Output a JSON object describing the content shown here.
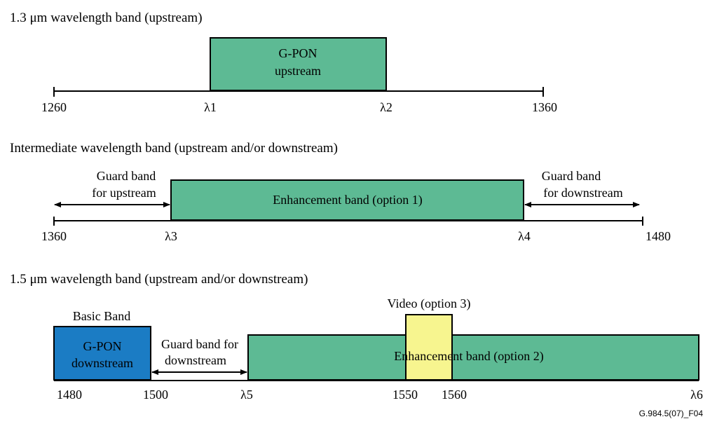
{
  "colors": {
    "band_green": "#5DBA94",
    "band_blue": "#1B7CC4",
    "band_yellow": "#F7F58F",
    "stroke": "#000000"
  },
  "section1": {
    "title": "1.3 μm wavelength band (upstream)",
    "box_line1": "G-PON",
    "box_line2": "upstream",
    "ticks": [
      "1260",
      "λ1",
      "λ2",
      "1360"
    ]
  },
  "section2": {
    "title": "Intermediate wavelength band (upstream and/or downstream)",
    "box_label": "Enhancement band (option 1)",
    "guard_left_line1": "Guard band",
    "guard_left_line2": "for upstream",
    "guard_right_line1": "Guard band",
    "guard_right_line2": "for downstream",
    "ticks": [
      "1360",
      "λ3",
      "λ4",
      "1480"
    ]
  },
  "section3": {
    "title": "1.5 μm wavelength band (upstream and/or downstream)",
    "basic_band_label": "Basic Band",
    "basic_line1": "G-PON",
    "basic_line2": "downstream",
    "guard_line1": "Guard band for",
    "guard_line2": "downstream",
    "video_label": "Video (option 3)",
    "enh_label": "Enhancement band (option 2)",
    "ticks": [
      "1480",
      "1500",
      "λ5",
      "1550",
      "1560",
      "λ6"
    ]
  },
  "figure_id": "G.984.5(07)_F04"
}
